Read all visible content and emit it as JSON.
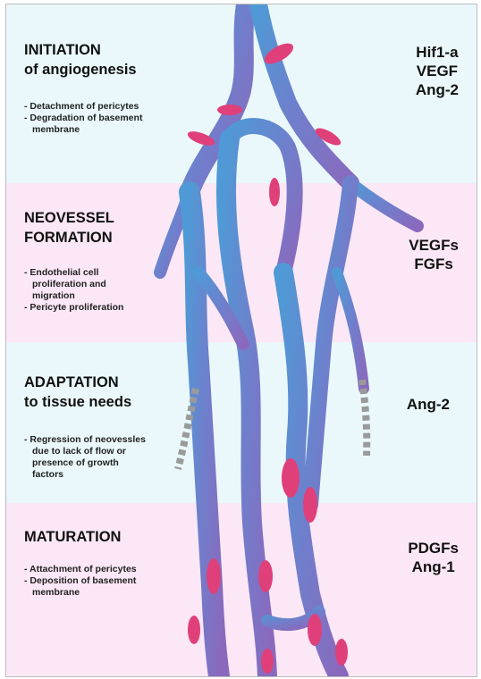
{
  "stages": [
    {
      "title_lines": [
        "INITIATION",
        "of angiogenesis"
      ],
      "bullets": [
        "- Detachment of pericytes",
        "- Degradation of basement",
        "  membrane"
      ],
      "factors": [
        "Hif1-a",
        "VEGF",
        "Ang-2"
      ]
    },
    {
      "title_lines": [
        "NEOVESSEL",
        "FORMATION"
      ],
      "bullets": [
        "- Endothelial cell",
        "  proliferation and",
        "  migration",
        "- Pericyte proliferation"
      ],
      "factors": [
        "VEGFs",
        "FGFs"
      ]
    },
    {
      "title_lines": [
        "ADAPTATION",
        "to tissue needs"
      ],
      "bullets": [
        "- Regression of neovessles",
        "  due to lack of flow or",
        "  presence of growth",
        "  factors"
      ],
      "factors": [
        "Ang-2"
      ]
    },
    {
      "title_lines": [
        "MATURATION"
      ],
      "bullets": [
        "- Attachment of pericytes",
        "- Deposition of basement",
        "  membrane"
      ],
      "factors": [
        "PDGFs",
        "Ang-1"
      ]
    }
  ],
  "colors": {
    "band_blue": "#eaf8fb",
    "band_pink": "#fbe7f6",
    "vessel_blue": "#4f8fd0",
    "vessel_purple": "#7d6cc0",
    "pericyte_pink": "#e0407a",
    "regression_grey": "#8f8f8f"
  }
}
